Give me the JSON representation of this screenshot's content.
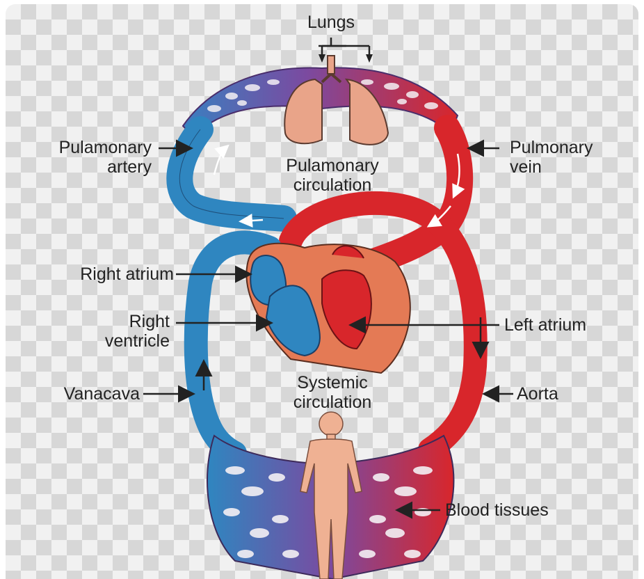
{
  "title": "Lungs",
  "labels": {
    "pulmonary_artery": [
      "Pulamonary",
      "artery"
    ],
    "pulmonary_circulation": [
      "Pulamonary",
      "circulation"
    ],
    "pulmonary_vein": [
      "Pulmonary",
      "vein"
    ],
    "right_atrium": "Right atrium",
    "right_ventricle": [
      "Right",
      "ventricle"
    ],
    "left_atrium": "Left atrium",
    "vena_cava": "Vanacava",
    "systemic_circulation": [
      "Systemic",
      "circulation"
    ],
    "aorta": "Aorta",
    "blood_tissues": "Blood tissues"
  },
  "colors": {
    "deoxygenated": "#2f86c0",
    "oxygenated": "#d8262b",
    "capillary": "#7b4aa0",
    "organ": "#e9a489",
    "heart": "#e47a55",
    "body": "#efb193",
    "label_text": "#222222",
    "background_checker": "#d7d7d7"
  }
}
